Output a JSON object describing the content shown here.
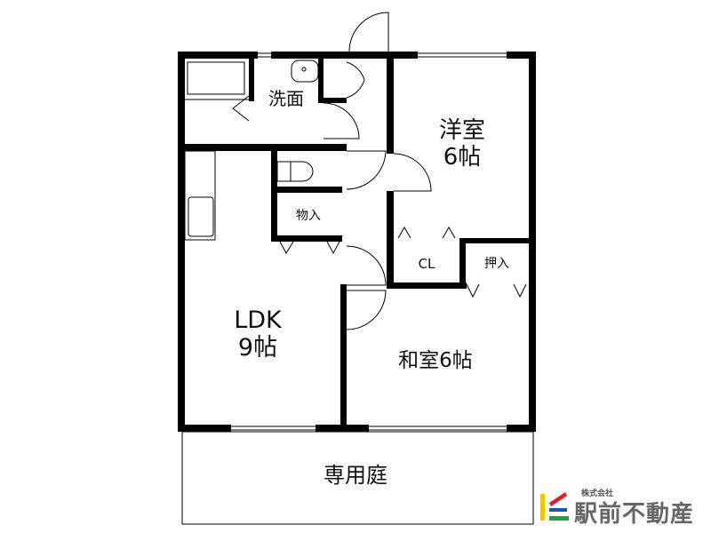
{
  "rooms": {
    "senmen": "洗面",
    "youshitsu": "洋室\n6帖",
    "monoire": "物入",
    "cl": "CL",
    "oshiire": "押入",
    "ldk": "LDK\n9帖",
    "washitsu": "和室6帖",
    "garden": "専用庭"
  },
  "logo": {
    "small": "株式会社",
    "name": "駅前不動産",
    "colors": [
      "#f5c400",
      "#e02020",
      "#1a55b0",
      "#20a040"
    ]
  }
}
